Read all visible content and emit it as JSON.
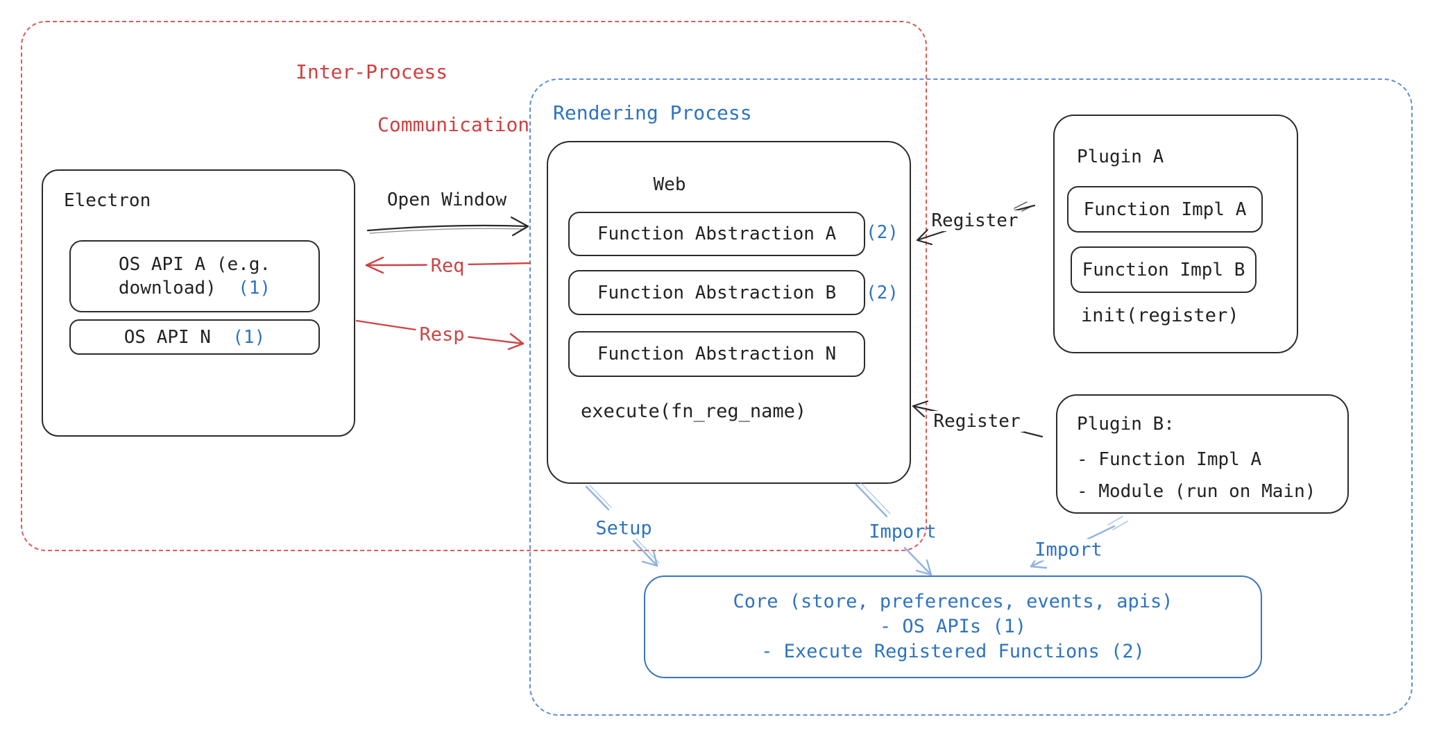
{
  "colors": {
    "red_dash": "#dd5a52",
    "red_text": "#cf4040",
    "blue": "#2e73c2",
    "blue_dash": "#5b8fd6",
    "arrow_blue": "#8fb2e2",
    "ink": "#2b2b2b"
  },
  "ipc_region": {
    "title_line1": "Inter-Process",
    "title_line2": "Communication"
  },
  "rendering_region": {
    "title": "Rendering Process"
  },
  "electron": {
    "title": "Electron",
    "api_a_line1": "OS API A (e.g.",
    "api_a_line2": "download)",
    "api_a_ref": "(1)",
    "api_n_label": "OS API N",
    "api_n_ref": "(1)"
  },
  "web": {
    "title": "Web",
    "items": [
      {
        "label": "Function Abstraction A",
        "ref": "(2)"
      },
      {
        "label": "Function Abstraction B",
        "ref": "(2)"
      },
      {
        "label": "Function Abstraction N",
        "ref": ""
      }
    ],
    "footer": "execute(fn_reg_name)"
  },
  "plugin_a": {
    "title": "Plugin A",
    "impl_a": "Function Impl A",
    "impl_b": "Function Impl B",
    "footer": "init(register)"
  },
  "plugin_b": {
    "line1": "Plugin B:",
    "line2": "- Function Impl A",
    "line3": "- Module (run on Main)"
  },
  "core": {
    "line1": "Core (store, preferences, events, apis)",
    "line2": "- OS APIs (1)",
    "line3": "- Execute Registered Functions (2)"
  },
  "labels": {
    "open_window": "Open Window",
    "req": "Req",
    "resp": "Resp",
    "register_a": "Register",
    "register_b": "Register",
    "setup": "Setup",
    "import_mid": "Import",
    "import_right": "Import"
  }
}
